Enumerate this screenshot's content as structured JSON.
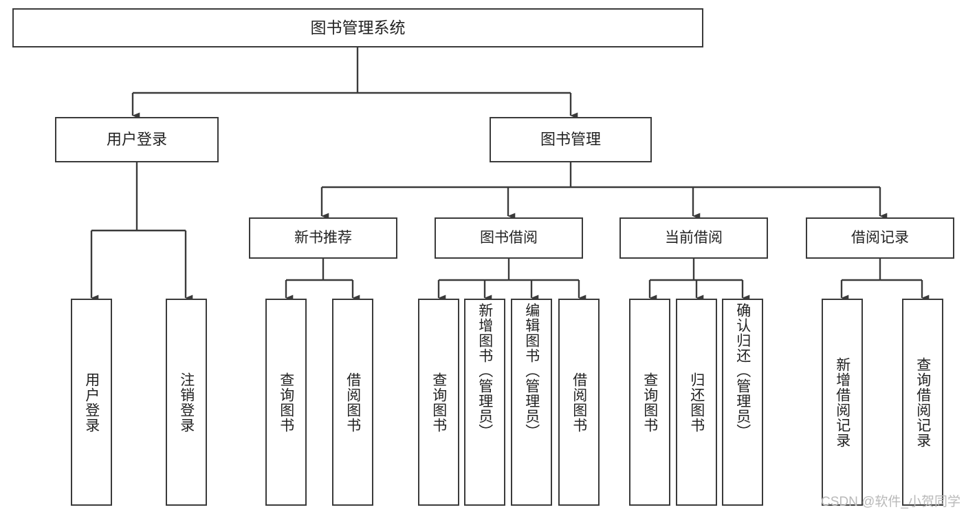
{
  "diagram": {
    "type": "tree-hierarchy",
    "title": "图书管理系统",
    "orientation": "top-down",
    "colors": {
      "box_border": "#3a3a3a",
      "box_fill": "#ffffff",
      "connector": "#3a3a3a",
      "text": "#222222",
      "watermark": "#b9b9b9",
      "background": "#ffffff"
    },
    "nodes": {
      "root": {
        "label": "图书管理系统",
        "level": 0,
        "orientation": "horizontal"
      },
      "user_login": {
        "label": "用户登录",
        "level": 1,
        "orientation": "horizontal"
      },
      "book_manage": {
        "label": "图书管理",
        "level": 1,
        "orientation": "horizontal"
      },
      "new_book_rec": {
        "label": "新书推荐",
        "level": 2,
        "orientation": "horizontal"
      },
      "book_borrow": {
        "label": "图书借阅",
        "level": 2,
        "orientation": "horizontal"
      },
      "current_borrow": {
        "label": "当前借阅",
        "level": 2,
        "orientation": "horizontal"
      },
      "borrow_record": {
        "label": "借阅记录",
        "level": 2,
        "orientation": "horizontal"
      },
      "leaf_user_login": {
        "label": "用户登录",
        "level": 3,
        "orientation": "vertical"
      },
      "leaf_logout": {
        "label": "注销登录",
        "level": 3,
        "orientation": "vertical"
      },
      "leaf_query_book_1": {
        "label": "查询图书",
        "level": 3,
        "orientation": "vertical"
      },
      "leaf_borrow_book_1": {
        "label": "借阅图书",
        "level": 3,
        "orientation": "vertical"
      },
      "leaf_query_book_2": {
        "label": "查询图书",
        "level": 3,
        "orientation": "vertical"
      },
      "leaf_add_book": {
        "label": "新增图书（管理员）",
        "level": 3,
        "orientation": "vertical"
      },
      "leaf_edit_book": {
        "label": "编辑图书（管理员）",
        "level": 3,
        "orientation": "vertical"
      },
      "leaf_borrow_book_2": {
        "label": "借阅图书",
        "level": 3,
        "orientation": "vertical"
      },
      "leaf_query_book_3": {
        "label": "查询图书",
        "level": 3,
        "orientation": "vertical"
      },
      "leaf_return_book": {
        "label": "归还图书",
        "level": 3,
        "orientation": "vertical"
      },
      "leaf_confirm_return": {
        "label": "确认归还（管理员）",
        "level": 3,
        "orientation": "vertical"
      },
      "leaf_add_record": {
        "label": "新增借阅记录",
        "level": 3,
        "orientation": "vertical"
      },
      "leaf_query_record": {
        "label": "查询借阅记录",
        "level": 3,
        "orientation": "vertical"
      }
    },
    "edges": [
      {
        "from": "root",
        "to": "user_login"
      },
      {
        "from": "root",
        "to": "book_manage"
      },
      {
        "from": "user_login",
        "to": "leaf_user_login"
      },
      {
        "from": "user_login",
        "to": "leaf_logout"
      },
      {
        "from": "book_manage",
        "to": "new_book_rec"
      },
      {
        "from": "book_manage",
        "to": "book_borrow"
      },
      {
        "from": "book_manage",
        "to": "current_borrow"
      },
      {
        "from": "book_manage",
        "to": "borrow_record"
      },
      {
        "from": "new_book_rec",
        "to": "leaf_query_book_1"
      },
      {
        "from": "new_book_rec",
        "to": "leaf_borrow_book_1"
      },
      {
        "from": "book_borrow",
        "to": "leaf_query_book_2"
      },
      {
        "from": "book_borrow",
        "to": "leaf_add_book"
      },
      {
        "from": "book_borrow",
        "to": "leaf_edit_book"
      },
      {
        "from": "book_borrow",
        "to": "leaf_borrow_book_2"
      },
      {
        "from": "current_borrow",
        "to": "leaf_query_book_3"
      },
      {
        "from": "current_borrow",
        "to": "leaf_return_book"
      },
      {
        "from": "current_borrow",
        "to": "leaf_confirm_return"
      },
      {
        "from": "borrow_record",
        "to": "leaf_add_record"
      },
      {
        "from": "borrow_record",
        "to": "leaf_query_record"
      }
    ]
  },
  "watermark": {
    "text": "CSDN @软件_小贺同学"
  }
}
